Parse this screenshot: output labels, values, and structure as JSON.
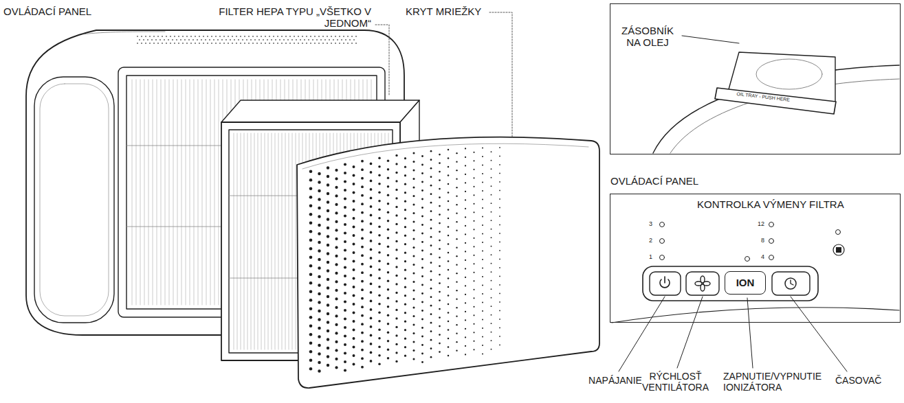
{
  "diagram": {
    "nodes": [
      {
        "text": [
          "ZÁSOBNÍK NA OLEJ"
        ]
      },
      {
        "text": [
          "OVLÁDACÍ PANEL",
          "KONTROLKA VÝMENY FILTRA"
        ]
      },
      {
        "text": [
          "ION"
        ],
        "in": 1
      }
    ],
    "labels": [
      "OVLÁDACÍ PANEL",
      "FILTER HEPA TYPU „VŠETKO V JEDNOM“",
      "KRYT MRIEŽKY",
      "OIL TRAY - PUSH HERE",
      "3",
      "2",
      "1",
      "12",
      "8",
      "4",
      "NAPÁJANIE",
      "RÝCHLOSŤ VENTILÁTORA",
      "ZAPNUTIE/VYPNUTIE IONIZÁTORA",
      "ČASOVAČ"
    ]
  }
}
